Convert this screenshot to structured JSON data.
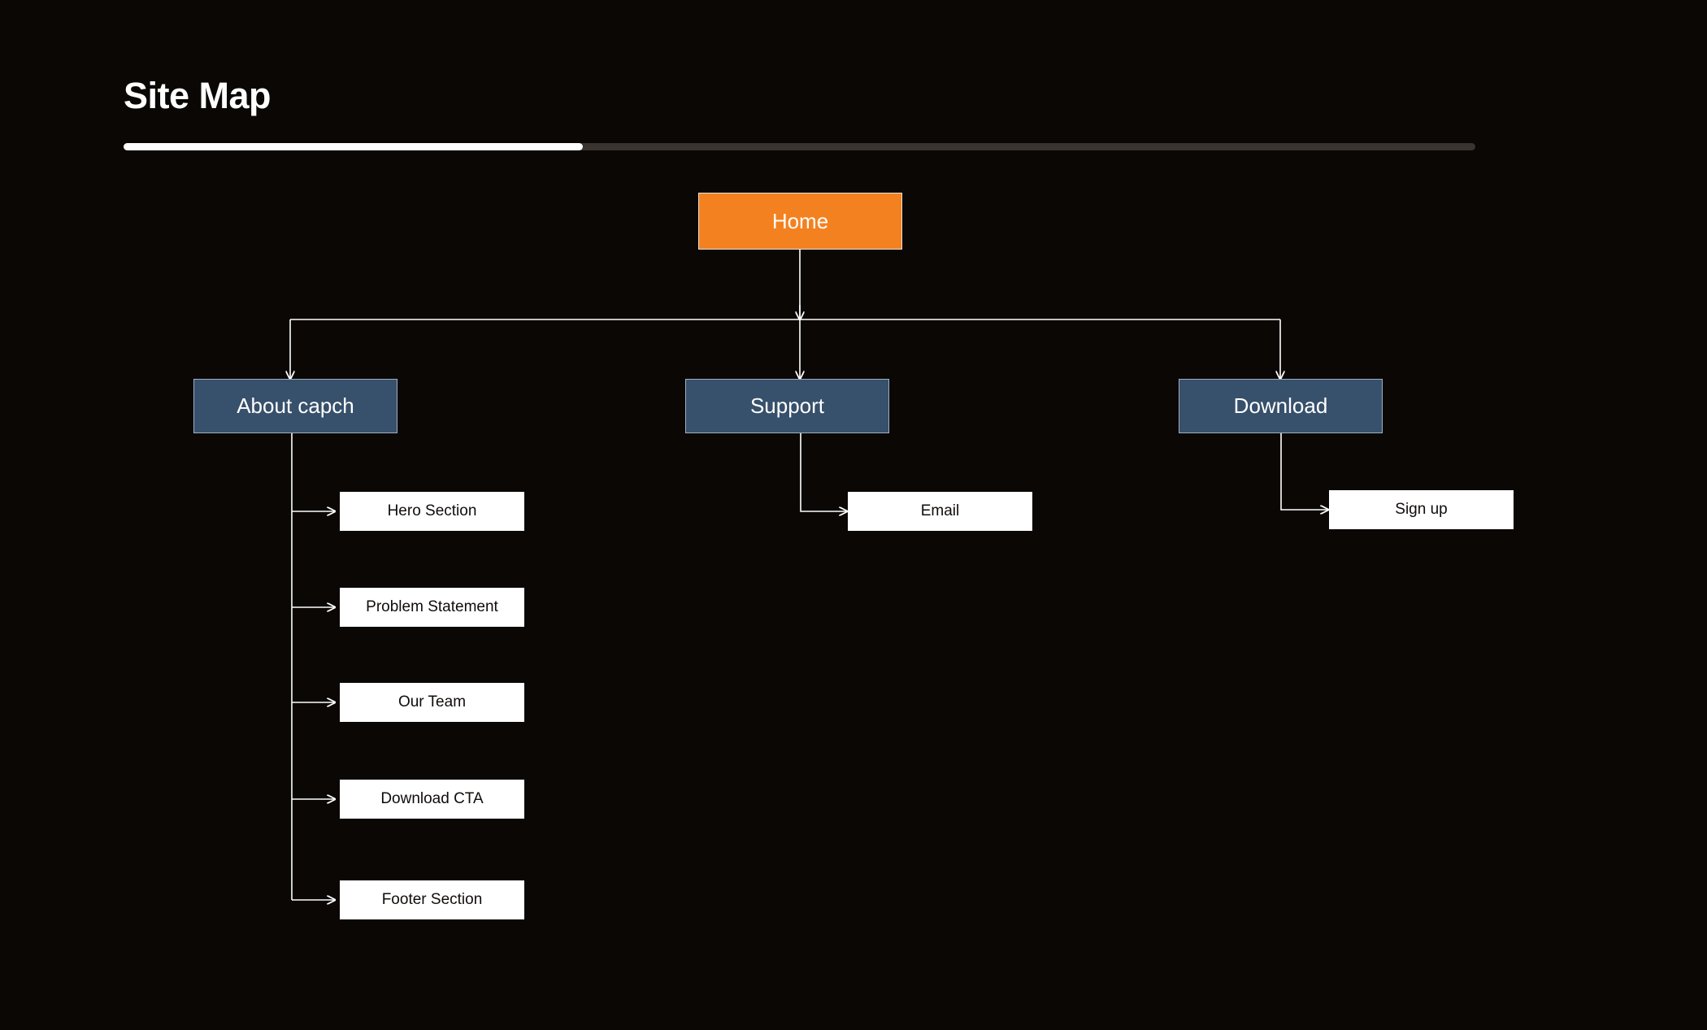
{
  "header": {
    "title": "Site Map",
    "progress": {
      "percent": 34,
      "fill_color": "#FFFFFF",
      "track_color": "#3A342F"
    }
  },
  "theme": {
    "background": "#0B0705",
    "root_node_color": "#F4811F",
    "branch_node_color": "#37506B",
    "leaf_node_color": "#FFFFFF",
    "connector_color": "#FFFFFF"
  },
  "diagram": {
    "type": "sitemap-tree",
    "root": {
      "id": "home",
      "label": "Home"
    },
    "branches": [
      {
        "id": "about-capch",
        "label": "About capch",
        "children": [
          {
            "id": "hero-section",
            "label": "Hero Section"
          },
          {
            "id": "problem-statement",
            "label": "Problem Statement"
          },
          {
            "id": "our-team",
            "label": "Our Team"
          },
          {
            "id": "download-cta",
            "label": "Download CTA"
          },
          {
            "id": "footer-section",
            "label": "Footer Section"
          }
        ]
      },
      {
        "id": "support",
        "label": "Support",
        "children": [
          {
            "id": "email",
            "label": "Email"
          }
        ]
      },
      {
        "id": "download",
        "label": "Download",
        "children": [
          {
            "id": "sign-up",
            "label": "Sign up"
          }
        ]
      }
    ]
  }
}
